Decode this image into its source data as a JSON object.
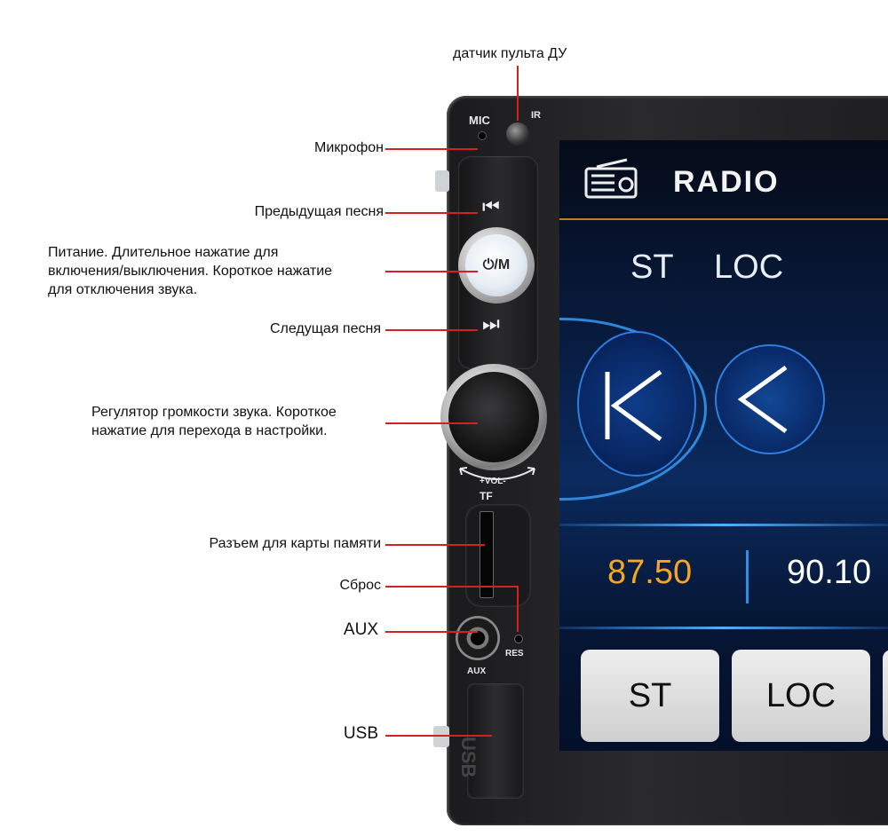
{
  "callouts": {
    "ir_sensor": "датчик пульта ДУ",
    "microphone": "Микрофон",
    "prev_song": "Предыдущая песня",
    "power": [
      "Питание. Длительное нажатие для",
      "включения/выключения. Короткое нажатие",
      "для отключения звука."
    ],
    "next_song": "Следущая песня",
    "volume": [
      "Регулятор громкости звука. Короткое",
      "нажатие для перехода в настройки."
    ],
    "tf_slot": "Разъем для карты памяти",
    "reset": "Сброс",
    "aux": "AUX",
    "usb": "USB"
  },
  "device": {
    "mic_label": "MIC",
    "ir_label": "IR",
    "power_label": "⏻/M",
    "prev_symbol": "⏮",
    "next_symbol": "⏭",
    "vol_label": "+VOL-",
    "tf_label": "TF",
    "res_label": "RES",
    "aux_label": "AUX",
    "usb_door_label": "USB"
  },
  "screen": {
    "title": "RADIO",
    "mode_st": "ST",
    "mode_loc": "LOC",
    "freq_active": "87.50",
    "freq_next": "90.10",
    "btn_st": "ST",
    "btn_loc": "LOC"
  },
  "colors": {
    "leader": "#d62020",
    "freq_active": "#f5a623",
    "freq_next": "#ffffff",
    "accent_line": "#c97a1e"
  }
}
